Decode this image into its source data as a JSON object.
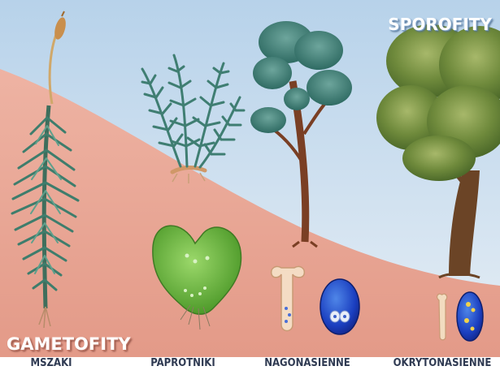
{
  "labels": {
    "sporofity": "SPOROFITY",
    "gametofity": "GAMETOFITY"
  },
  "groups": [
    "MSZAKI",
    "PAPROTNIKI",
    "NAGONASIENNE",
    "OKRYTONASIENNE"
  ],
  "colors": {
    "sky": "#cfe0ef",
    "gametophyte_zone": "#e9a898",
    "label_text": "#2f3a52"
  }
}
